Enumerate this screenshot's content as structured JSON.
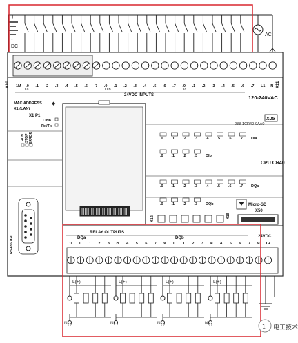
{
  "input_wiring": {
    "dc_plus": "+",
    "dc_minus": "-",
    "dc_label": "DC",
    "ac_label": "AC"
  },
  "top_terminals": {
    "side_label": "X10",
    "right_label": "X11",
    "labels": [
      "1M",
      ".0",
      ".1",
      ".2",
      ".3",
      ".4",
      ".5",
      ".6",
      ".7",
      ".0",
      ".1",
      ".2",
      ".3",
      ".4",
      ".5",
      ".6",
      ".7",
      ".0",
      ".1",
      ".2",
      ".3",
      ".4",
      ".5",
      ".6",
      ".7",
      "L1",
      "N"
    ],
    "group_labels": [
      "DIa",
      "DIb",
      "DIc"
    ],
    "inputs_caption": "24VDC INPUTS",
    "power_caption": "120-240VAC"
  },
  "device": {
    "mac_label": "MAC ADDRESS",
    "lan_label": "X1 (LAN)",
    "port_label": "X1 P1",
    "link_label": "LINK",
    "rxtx_label": "Rx/Tx",
    "status_leds": [
      "RUN",
      "STOP",
      "ERROR"
    ],
    "badge": "X05",
    "model_code": "288-1CR40-0AA0",
    "cpu_label": "CPU CR40",
    "led_row_a_labels": [
      ".0",
      ".1",
      ".2",
      ".3",
      ".4",
      ".5",
      ".6",
      ".7",
      "DIa"
    ],
    "led_row_b_labels": [
      ".0",
      ".1",
      ".2",
      ".3",
      "DIb"
    ],
    "led_row_c_labels": [
      ".0",
      ".1",
      ".2",
      ".3",
      ".4",
      ".5",
      ".6",
      ".7",
      "DQa"
    ],
    "led_row_d_labels": [
      ".0",
      ".1",
      ".2",
      ".3",
      "DQb"
    ],
    "rs485_label": "RS485 X20",
    "x12_label": "X12",
    "x18_label": "X18",
    "sd_label": "Micro-SD",
    "x50_label": "X50"
  },
  "bottom_terminals": {
    "relay_caption": "RELAY OUTPUTS",
    "group_dqa": "DQa",
    "group_dqb": "DQb",
    "supply_label": "24VDC",
    "labels": [
      "1L",
      ".0",
      ".1",
      ".2",
      ".3",
      "2L",
      ".4",
      ".5",
      ".6",
      ".7",
      "3L",
      ".0",
      ".1",
      ".2",
      ".3",
      "4L",
      ".4",
      ".5",
      ".6",
      ".7",
      "M",
      "L+"
    ]
  },
  "output_wiring": {
    "l_labels": [
      "L(+)",
      "L(+)",
      "L(+)",
      "L(+)"
    ],
    "n_labels": [
      "N(-)",
      "N(-)",
      "N(-)",
      "N(-)"
    ],
    "marker": "1"
  },
  "watermark": "电工技术",
  "colors": {
    "highlight": "#d8262e",
    "line": "#222222",
    "device_fill": "#ffffff"
  }
}
